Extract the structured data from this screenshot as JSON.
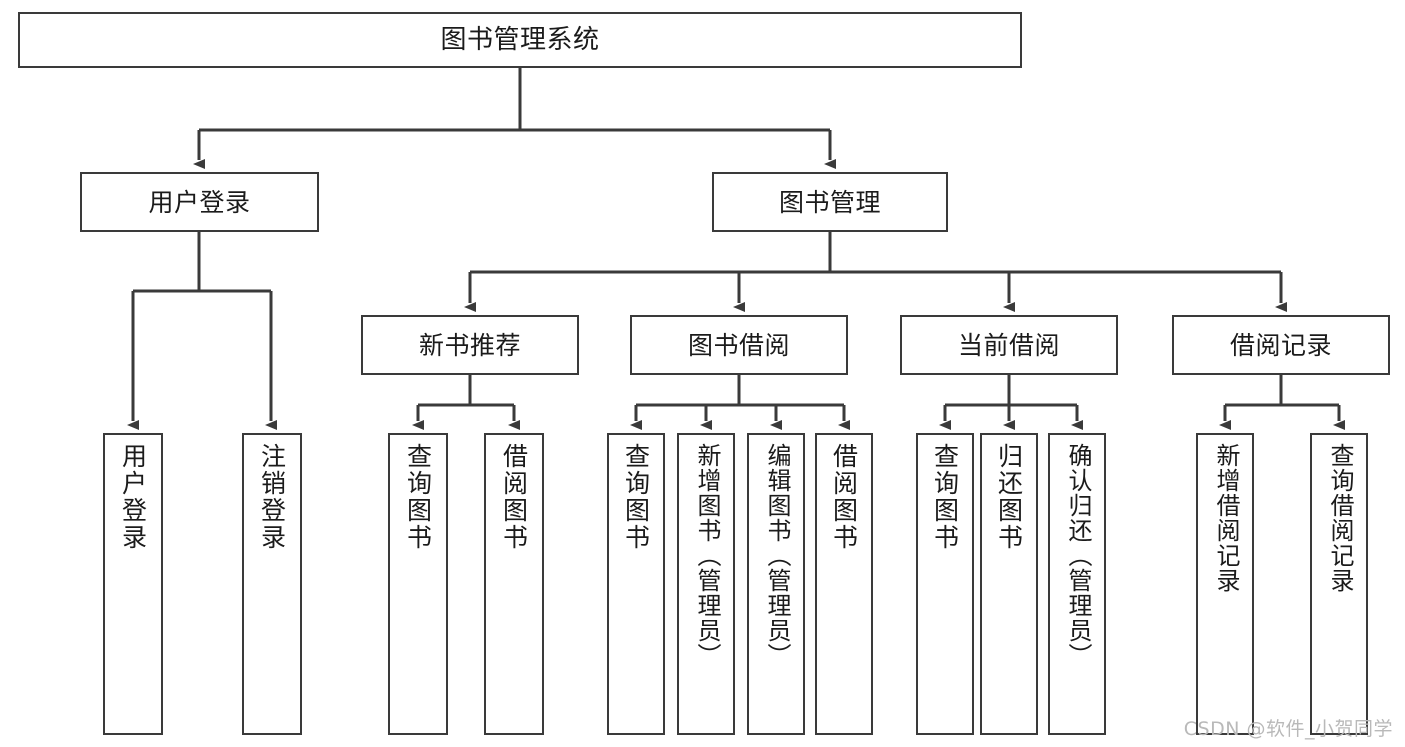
{
  "diagram": {
    "type": "tree-hierarchy-chart",
    "title": "图书管理系统",
    "stroke_color": "#3a3a3a",
    "background_color": "#ffffff",
    "text_color": "#1b1b1b",
    "levels": [
      {
        "level": 1,
        "nodes": [
          {
            "id": "root",
            "label": "图书管理系统",
            "orientation": "horizontal"
          }
        ]
      },
      {
        "level": 2,
        "nodes": [
          {
            "id": "login",
            "label": "用户登录",
            "orientation": "horizontal",
            "parent": "root"
          },
          {
            "id": "bookmgmt",
            "label": "图书管理",
            "orientation": "horizontal",
            "parent": "root"
          }
        ]
      },
      {
        "level": 3,
        "nodes": [
          {
            "id": "newrec",
            "label": "新书推荐",
            "orientation": "horizontal",
            "parent": "bookmgmt"
          },
          {
            "id": "borrow",
            "label": "图书借阅",
            "orientation": "horizontal",
            "parent": "bookmgmt"
          },
          {
            "id": "current",
            "label": "当前借阅",
            "orientation": "horizontal",
            "parent": "bookmgmt"
          },
          {
            "id": "records",
            "label": "借阅记录",
            "orientation": "horizontal",
            "parent": "bookmgmt"
          }
        ]
      },
      {
        "level": 4,
        "nodes": [
          {
            "id": "leaf1",
            "label": "用户登录",
            "orientation": "vertical",
            "parent": "login"
          },
          {
            "id": "leaf2",
            "label": "注销登录",
            "orientation": "vertical",
            "parent": "login"
          },
          {
            "id": "leaf3",
            "label": "查询图书",
            "orientation": "vertical",
            "parent": "newrec"
          },
          {
            "id": "leaf4",
            "label": "借阅图书",
            "orientation": "vertical",
            "parent": "newrec"
          },
          {
            "id": "leaf5",
            "label": "查询图书",
            "orientation": "vertical",
            "parent": "borrow"
          },
          {
            "id": "leaf6",
            "label": "新增图书（管理员）",
            "orientation": "vertical",
            "parent": "borrow"
          },
          {
            "id": "leaf7",
            "label": "编辑图书（管理员）",
            "orientation": "vertical",
            "parent": "borrow"
          },
          {
            "id": "leaf8",
            "label": "借阅图书",
            "orientation": "vertical",
            "parent": "borrow"
          },
          {
            "id": "leaf9",
            "label": "查询图书",
            "orientation": "vertical",
            "parent": "current"
          },
          {
            "id": "leaf10",
            "label": "归还图书",
            "orientation": "vertical",
            "parent": "current"
          },
          {
            "id": "leaf11",
            "label": "确认归还（管理员）",
            "orientation": "vertical",
            "parent": "current"
          },
          {
            "id": "leaf12",
            "label": "新增借阅记录",
            "orientation": "vertical",
            "parent": "records"
          },
          {
            "id": "leaf13",
            "label": "查询借阅记录",
            "orientation": "vertical",
            "parent": "records"
          }
        ]
      }
    ]
  },
  "watermark": {
    "text": "CSDN @软件_小贺同学"
  }
}
